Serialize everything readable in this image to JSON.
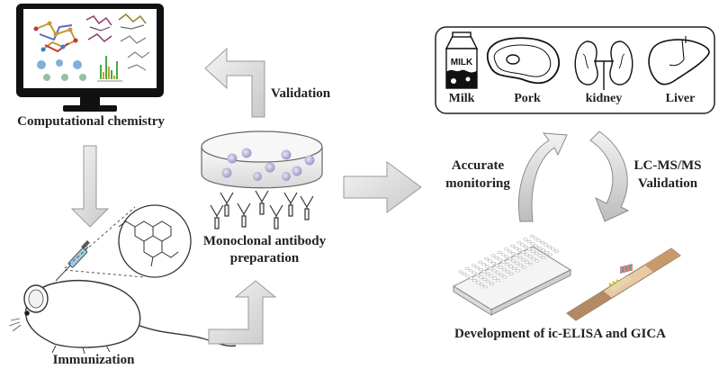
{
  "labels": {
    "computational_chemistry": "Computational chemistry",
    "immunization": "Immunization",
    "validation_top": "Validation",
    "monoclonal_line1": "Monoclonal antibody",
    "monoclonal_line2": "preparation",
    "accurate_line1": "Accurate",
    "accurate_line2": "monitoring",
    "lcms_line1": "LC-MS/MS",
    "lcms_line2": "Validation",
    "development": "Development of ic-ELISA and GICA"
  },
  "samples": [
    "Milk",
    "Pork",
    "kidney",
    "Liver"
  ],
  "milk_carton_text": "MILK"
}
